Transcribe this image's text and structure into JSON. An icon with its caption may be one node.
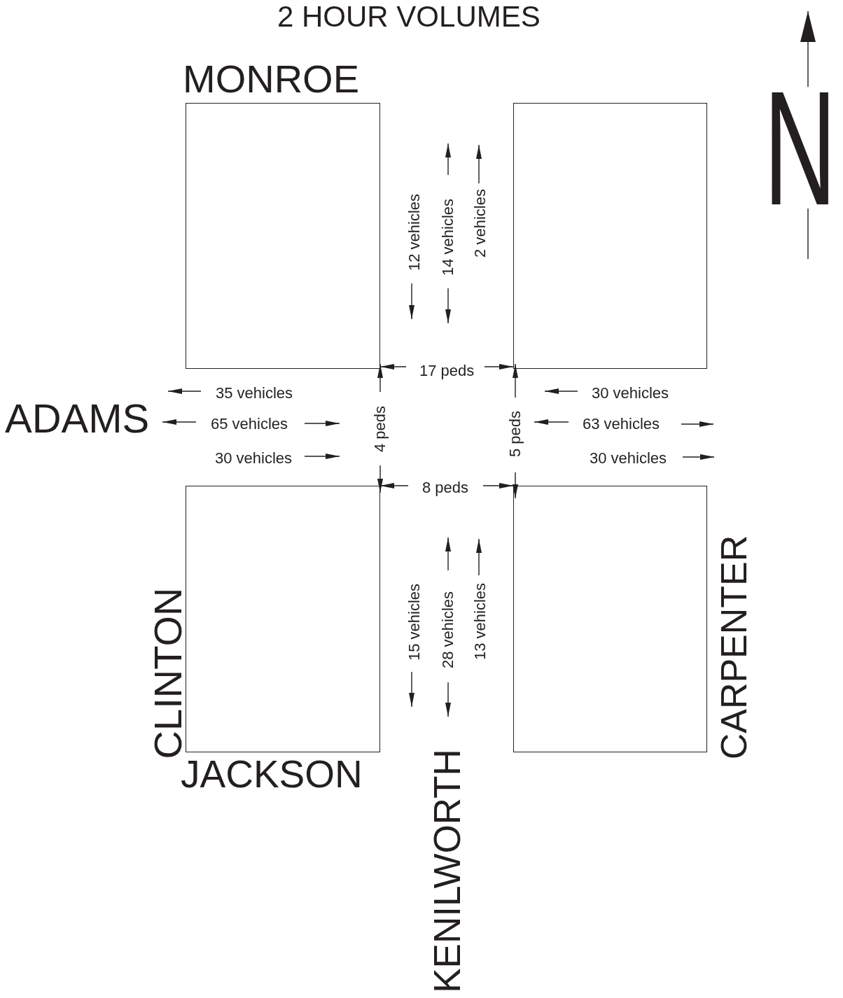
{
  "diagram": {
    "title": "2 HOUR VOLUMES",
    "nodes": [
      {
        "text": [],
        "shape": "box"
      },
      {
        "text": [],
        "shape": "box"
      },
      {
        "text": [],
        "shape": "box"
      },
      {
        "text": [],
        "shape": "box"
      }
    ],
    "labels": [
      "MONROE",
      "N",
      "12 vehicles",
      "14 vehicles",
      "2 vehicles",
      "17 peds",
      "35 vehicles",
      "30 vehicles",
      "ADAMS",
      "65 vehicles",
      "4 peds",
      "5 peds",
      "63 vehicles",
      "30 vehicles",
      "30 vehicles",
      "8 peds",
      "15 vehicles",
      "28 vehicles",
      "13 vehicles",
      "CLINTON",
      "CARPENTER",
      "JACKSON",
      "KENILWORTH"
    ]
  }
}
